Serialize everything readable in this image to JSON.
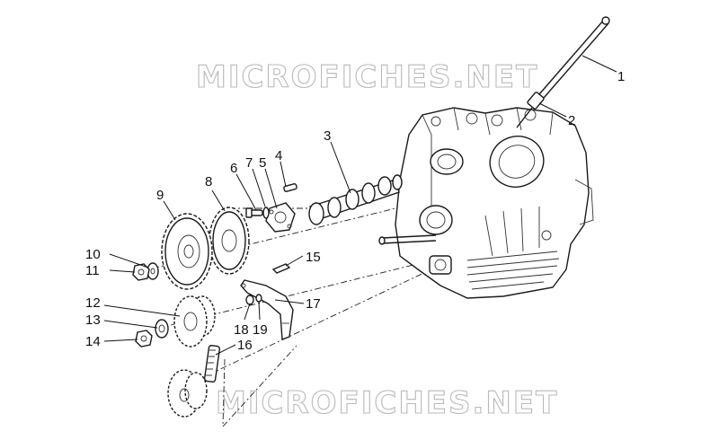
{
  "watermark": "MICROFICHES.NET",
  "parts": [
    {
      "number": "1"
    },
    {
      "number": "2"
    },
    {
      "number": "3"
    },
    {
      "number": "4"
    },
    {
      "number": "5"
    },
    {
      "number": "6"
    },
    {
      "number": "7"
    },
    {
      "number": "8"
    },
    {
      "number": "9"
    },
    {
      "number": "10"
    },
    {
      "number": "11"
    },
    {
      "number": "12"
    },
    {
      "number": "13"
    },
    {
      "number": "14"
    },
    {
      "number": "15"
    },
    {
      "number": "16"
    },
    {
      "number": "17"
    },
    {
      "number": "18"
    },
    {
      "number": "19"
    }
  ]
}
